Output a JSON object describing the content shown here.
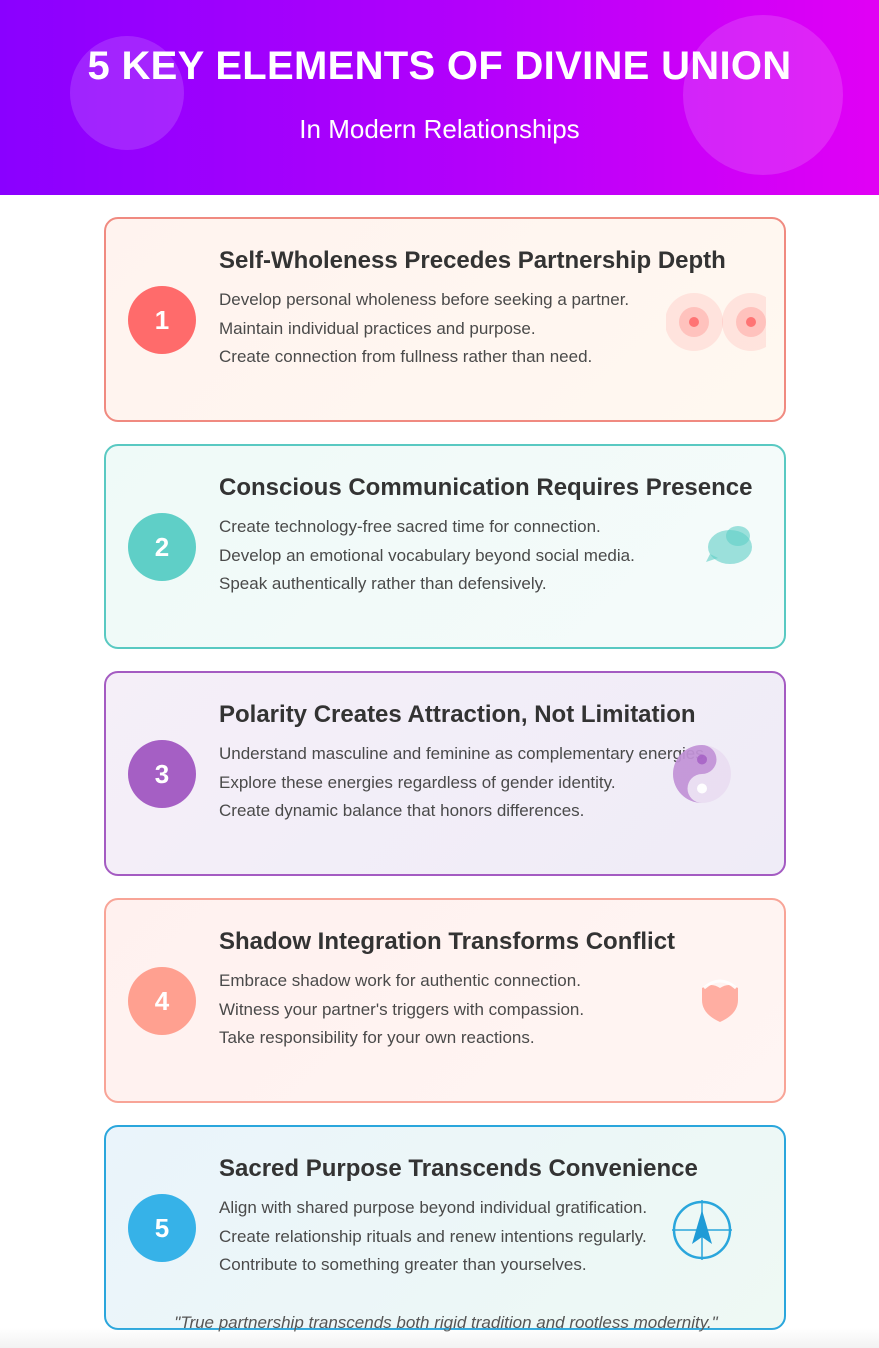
{
  "header": {
    "title": "5 KEY ELEMENTS OF DIVINE UNION",
    "subtitle": "In Modern Relationships",
    "gradient_start": "#8a00ff",
    "gradient_end": "#e100f5"
  },
  "cards": [
    {
      "number": "1",
      "title": "Self-Wholeness Precedes Partnership Depth",
      "lines": [
        "Develop personal wholeness before seeking a partner.",
        "Maintain individual practices and purpose.",
        "Create connection from fullness rather than need."
      ],
      "icon": "two-circles-icon",
      "accent": "#ff6b6b",
      "border": "#f08a80",
      "background": "#fff5ef"
    },
    {
      "number": "2",
      "title": "Conscious Communication Requires Presence",
      "lines": [
        "Create technology-free sacred time for connection.",
        "Develop an emotional vocabulary beyond social media.",
        "Speak authentically rather than defensively."
      ],
      "icon": "speech-bubble-icon",
      "accent": "#5fcfc7",
      "border": "#59c9c2",
      "background": "#f1faf8"
    },
    {
      "number": "3",
      "title": "Polarity Creates Attraction, Not Limitation",
      "lines": [
        "Understand masculine and feminine as complementary energies.",
        "Explore these energies regardless of gender identity.",
        "Create dynamic balance that honors differences."
      ],
      "icon": "yin-yang-icon",
      "accent": "#a55fc4",
      "border": "#a45bc2",
      "background": "#f4eef8"
    },
    {
      "number": "4",
      "title": "Shadow Integration Transforms Conflict",
      "lines": [
        "Embrace shadow work for authentic connection.",
        "Witness your partner's triggers with compassion.",
        "Take responsibility for your own reactions."
      ],
      "icon": "shield-icon",
      "accent": "#ffa090",
      "border": "#f8a497",
      "background": "#fff3f1"
    },
    {
      "number": "5",
      "title": "Sacred Purpose Transcends Convenience",
      "lines": [
        "Align with shared purpose beyond individual gratification.",
        "Create relationship rituals and renew intentions regularly.",
        "Contribute to something greater than yourselves."
      ],
      "icon": "compass-icon",
      "accent": "#36b2e8",
      "border": "#2aa6dc",
      "background": "#edf7f7"
    }
  ],
  "quote": "\"True partnership transcends both rigid tradition and rootless modernity.\""
}
